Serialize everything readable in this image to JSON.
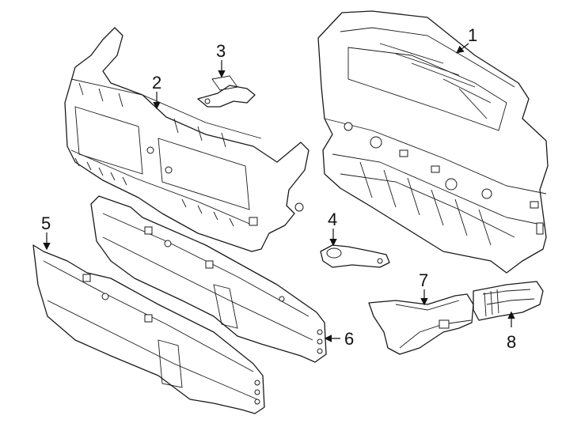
{
  "callouts": [
    {
      "id": "1",
      "label": "1"
    },
    {
      "id": "2",
      "label": "2"
    },
    {
      "id": "3",
      "label": "3"
    },
    {
      "id": "4",
      "label": "4"
    },
    {
      "id": "5",
      "label": "5"
    },
    {
      "id": "6",
      "label": "6"
    },
    {
      "id": "7",
      "label": "7"
    },
    {
      "id": "8",
      "label": "8"
    }
  ],
  "colors": {
    "line": "#1a1a1a",
    "background": "#ffffff"
  }
}
